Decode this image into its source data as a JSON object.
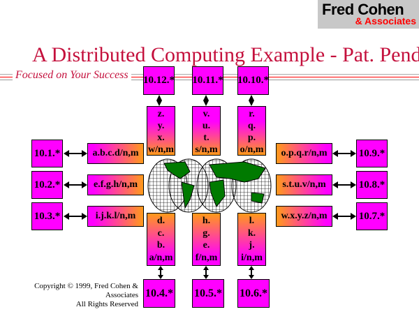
{
  "logo": {
    "line1": "Fred Cohen",
    "line2": "& Associates"
  },
  "title": "A Distributed Computing Example - Pat. Pend.",
  "subtitle": "Focused on Your Success",
  "copyright": {
    "line1": "Copyright © 1999, Fred Cohen & Associates",
    "line2": "All Rights Reserved"
  },
  "colors": {
    "node": "#ff00ff",
    "orange": "#ff9a1a",
    "title": "#c4103c"
  },
  "top_nodes": [
    "10.12.*",
    "10.11.*",
    "10.10.*"
  ],
  "top_tasks": [
    [
      "z.",
      "y.",
      "x.",
      "w/n,m"
    ],
    [
      "v.",
      "u.",
      "t.",
      "s/n,m"
    ],
    [
      "r.",
      "q.",
      "p.",
      "o/n,m"
    ]
  ],
  "left_nodes": [
    "10.1.*",
    "10.2.*",
    "10.3.*"
  ],
  "left_tasks": [
    "a.b.c.d/n,m",
    "e.f.g.h/n,m",
    "i.j.k.l/n,m"
  ],
  "right_nodes": [
    "10.9.*",
    "10.8.*",
    "10.7.*"
  ],
  "right_tasks": [
    "o.p.q.r/n,m",
    "s.t.u.v/n,m",
    "w.x.y.z/n,m"
  ],
  "bottom_tasks": [
    [
      "d.",
      "c.",
      "b.",
      "a/n,m"
    ],
    [
      "h.",
      "g.",
      "e.",
      "f/n,m"
    ],
    [
      "l.",
      "k.",
      "j.",
      "i/n,m"
    ]
  ],
  "bottom_nodes": [
    "10.4.*",
    "10.5.*",
    "10.6.*"
  ]
}
